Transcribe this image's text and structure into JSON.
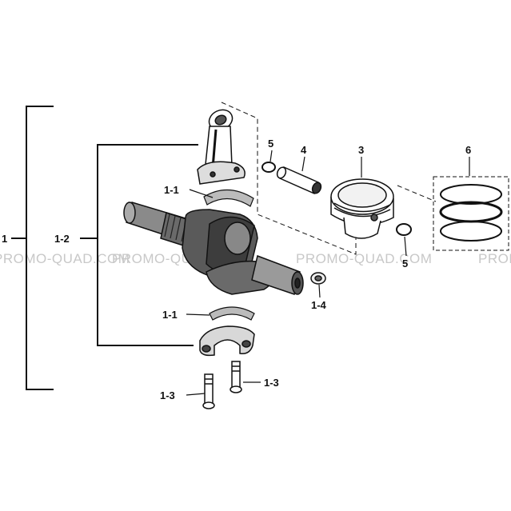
{
  "diagram": {
    "watermark": "PROMO-QUAD.COM",
    "labels": {
      "assembly": "1",
      "crank_assembly": "1-2",
      "bearing_upper": "1-1",
      "bearing_lower": "1-1",
      "bolt_left": "1-3",
      "bolt_right": "1-3",
      "nut": "1-4",
      "piston": "3",
      "pin": "4",
      "clip_top": "5",
      "clip_bottom": "5",
      "rings": "6"
    },
    "colors": {
      "line": "#111111",
      "watermark": "#c8c8c8",
      "background": "#ffffff"
    }
  }
}
